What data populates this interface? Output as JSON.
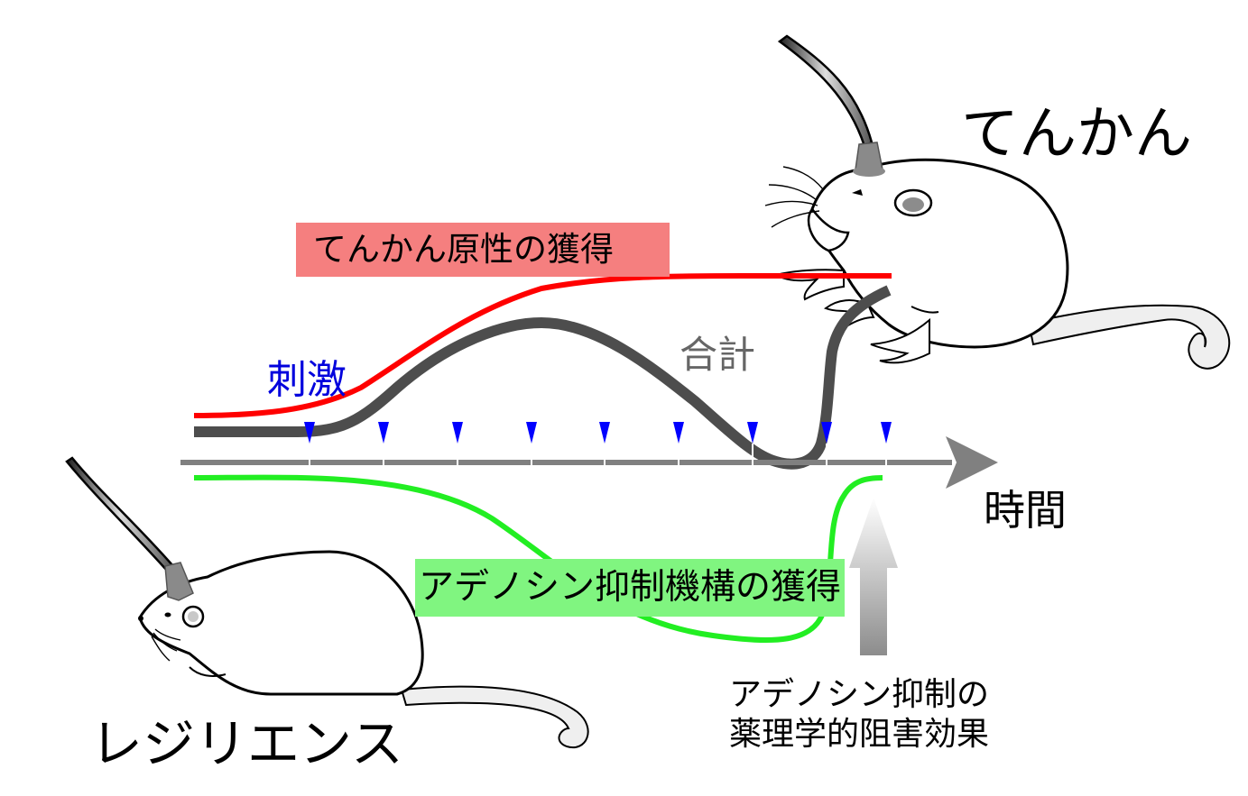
{
  "labels": {
    "epilepsy": "てんかん",
    "resilience": "レジリエンス",
    "epileptogenesis": "てんかん原性の獲得",
    "adenosine_acquisition": "アデノシン抑制機構の獲得",
    "stimulation": "刺激",
    "total": "合計",
    "time": "時間",
    "drug_line1": "アデノシン抑制の",
    "drug_line2": "薬理学的阻害効果"
  },
  "colors": {
    "epileptogenesis_curve": "#ff0000",
    "epileptogenesis_label_bg": "#f57f7f",
    "adenosine_curve": "#22ee22",
    "adenosine_label_bg": "#80f580",
    "total_curve": "#4d4d4d",
    "time_axis": "#808080",
    "stimulus_marker": "#0000ff",
    "stimulation_text": "#0000dd",
    "total_text": "#666666"
  },
  "icons": {
    "rat_seizure": "rat-seizure-icon",
    "rat_resting": "rat-resting-icon",
    "electrode": "electrode-icon",
    "inhibition_arrow": "gradient-up-arrow-icon"
  }
}
